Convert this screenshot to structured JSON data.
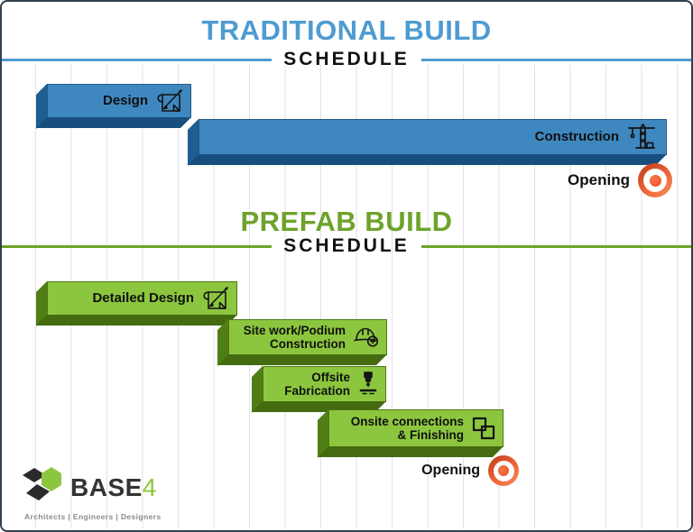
{
  "traditional": {
    "title": "TRADITIONAL BUILD",
    "subtitle": "SCHEDULE",
    "accent_color": "#4e9bd2",
    "bar_color": "#3e87bf",
    "bars": [
      {
        "label": "Design",
        "icon": "blueprint-icon"
      },
      {
        "label": "Construction",
        "icon": "crane-icon"
      }
    ],
    "opening_label": "Opening"
  },
  "prefab": {
    "title": "PREFAB BUILD",
    "subtitle": "SCHEDULE",
    "accent_color": "#6ea32b",
    "bar_color": "#8cc63f",
    "bars": [
      {
        "label": "Detailed Design",
        "icon": "blueprint-icon"
      },
      {
        "line1": "Site work/Podium",
        "line2": "Construction",
        "icon": "hardhat-icon"
      },
      {
        "line1": "Offsite",
        "line2": "Fabrication",
        "icon": "fabrication-icon"
      },
      {
        "line1": "Onsite connections",
        "line2": "& Finishing",
        "icon": "overlap-squares-icon"
      }
    ],
    "opening_label": "Opening"
  },
  "opening_icon": {
    "name": "target-icon",
    "ring_color": "#e0522a",
    "dot_color": "#f15a29"
  },
  "logo": {
    "brand": "BASE",
    "brand_suffix": "4",
    "tagline": "Architects | Engineers | Designers",
    "mark_green": "#8cc63f",
    "mark_dark": "#2b2b2b"
  },
  "chart_data": {
    "type": "gantt-comparison",
    "unit": "background gridline columns (approx.)",
    "schedules": [
      {
        "name": "TRADITIONAL BUILD SCHEDULE",
        "tasks": [
          {
            "label": "Design",
            "start": 0.3,
            "end": 4.4
          },
          {
            "label": "Construction",
            "start": 4.6,
            "end": 17.7
          },
          {
            "label": "Opening",
            "milestone_at": 17.5
          }
        ]
      },
      {
        "name": "PREFAB BUILD SCHEDULE",
        "tasks": [
          {
            "label": "Detailed Design",
            "start": 0.3,
            "end": 5.7
          },
          {
            "label": "Site work/Podium Construction",
            "start": 5.4,
            "end": 9.9
          },
          {
            "label": "Offsite Fabrication",
            "start": 6.4,
            "end": 9.8
          },
          {
            "label": "Onsite connections & Finishing",
            "start": 8.2,
            "end": 13.1
          },
          {
            "label": "Opening",
            "milestone_at": 13.2
          }
        ]
      }
    ]
  }
}
